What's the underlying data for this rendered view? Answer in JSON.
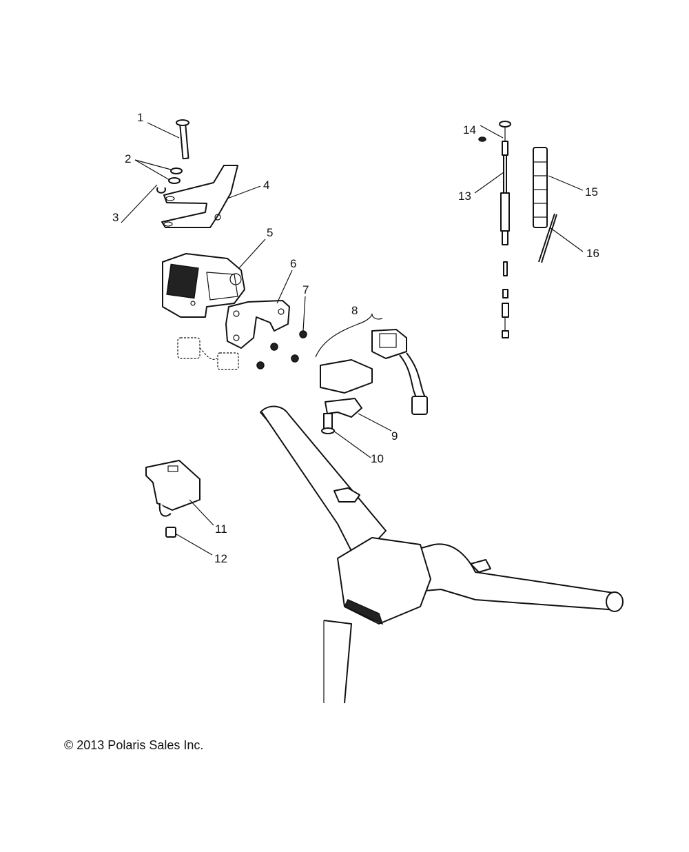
{
  "callouts": [
    "1",
    "2",
    "3",
    "4",
    "5",
    "6",
    "7",
    "8",
    "9",
    "10",
    "11",
    "12",
    "13",
    "14",
    "15",
    "16"
  ],
  "copyright": "© 2013 Polaris Sales Inc."
}
